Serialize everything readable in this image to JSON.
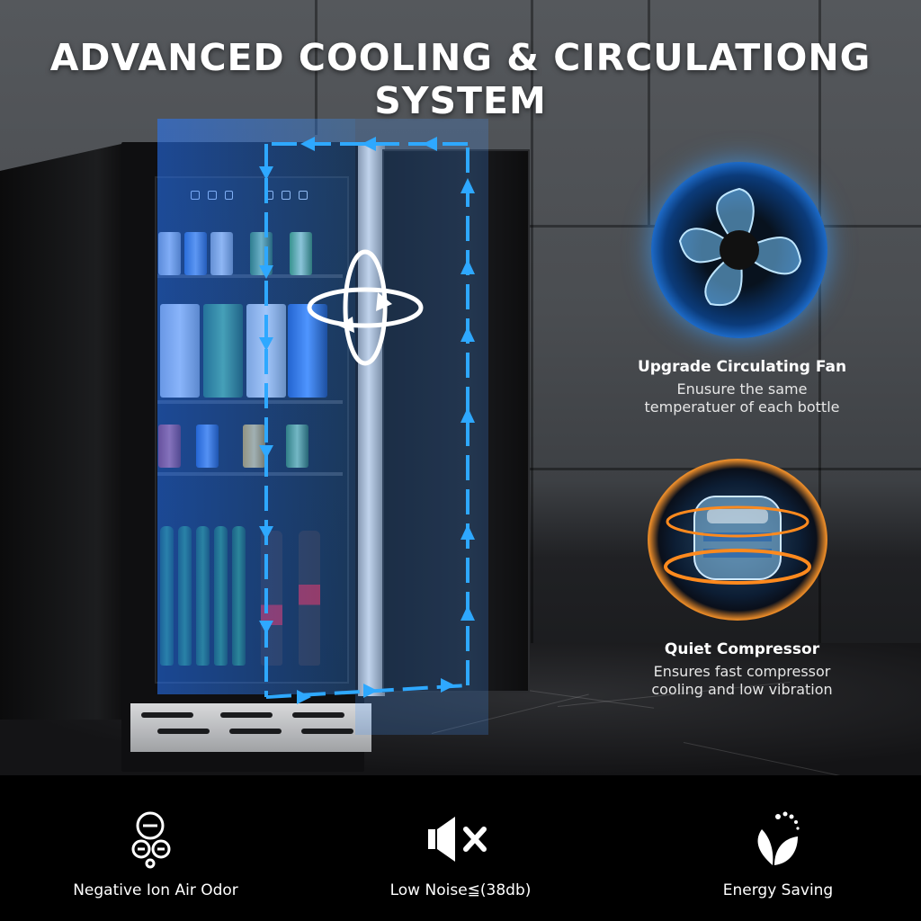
{
  "title": "ADVANCED COOLING & CIRCULATIONG SYSTEM",
  "fan": {
    "title": "Upgrade Circulating Fan",
    "desc_line1": "Enusure the same",
    "desc_line2": "temperatuer of each bottle"
  },
  "compressor": {
    "title": "Quiet Compressor",
    "desc_line1": "Ensures fast compressor",
    "desc_line2": "cooling and low vibration"
  },
  "features": [
    {
      "label": "Negative Ion Air Odor",
      "icon": "negative-ion-icon"
    },
    {
      "label": "Low Noise≦(38db)",
      "icon": "mute-speaker-icon"
    },
    {
      "label": "Energy Saving",
      "icon": "leaf-icon"
    }
  ],
  "colors": {
    "flow_arrow": "#2ea8ff",
    "beam": "#2878ff",
    "compressor_glow": "#ff8a1e"
  }
}
